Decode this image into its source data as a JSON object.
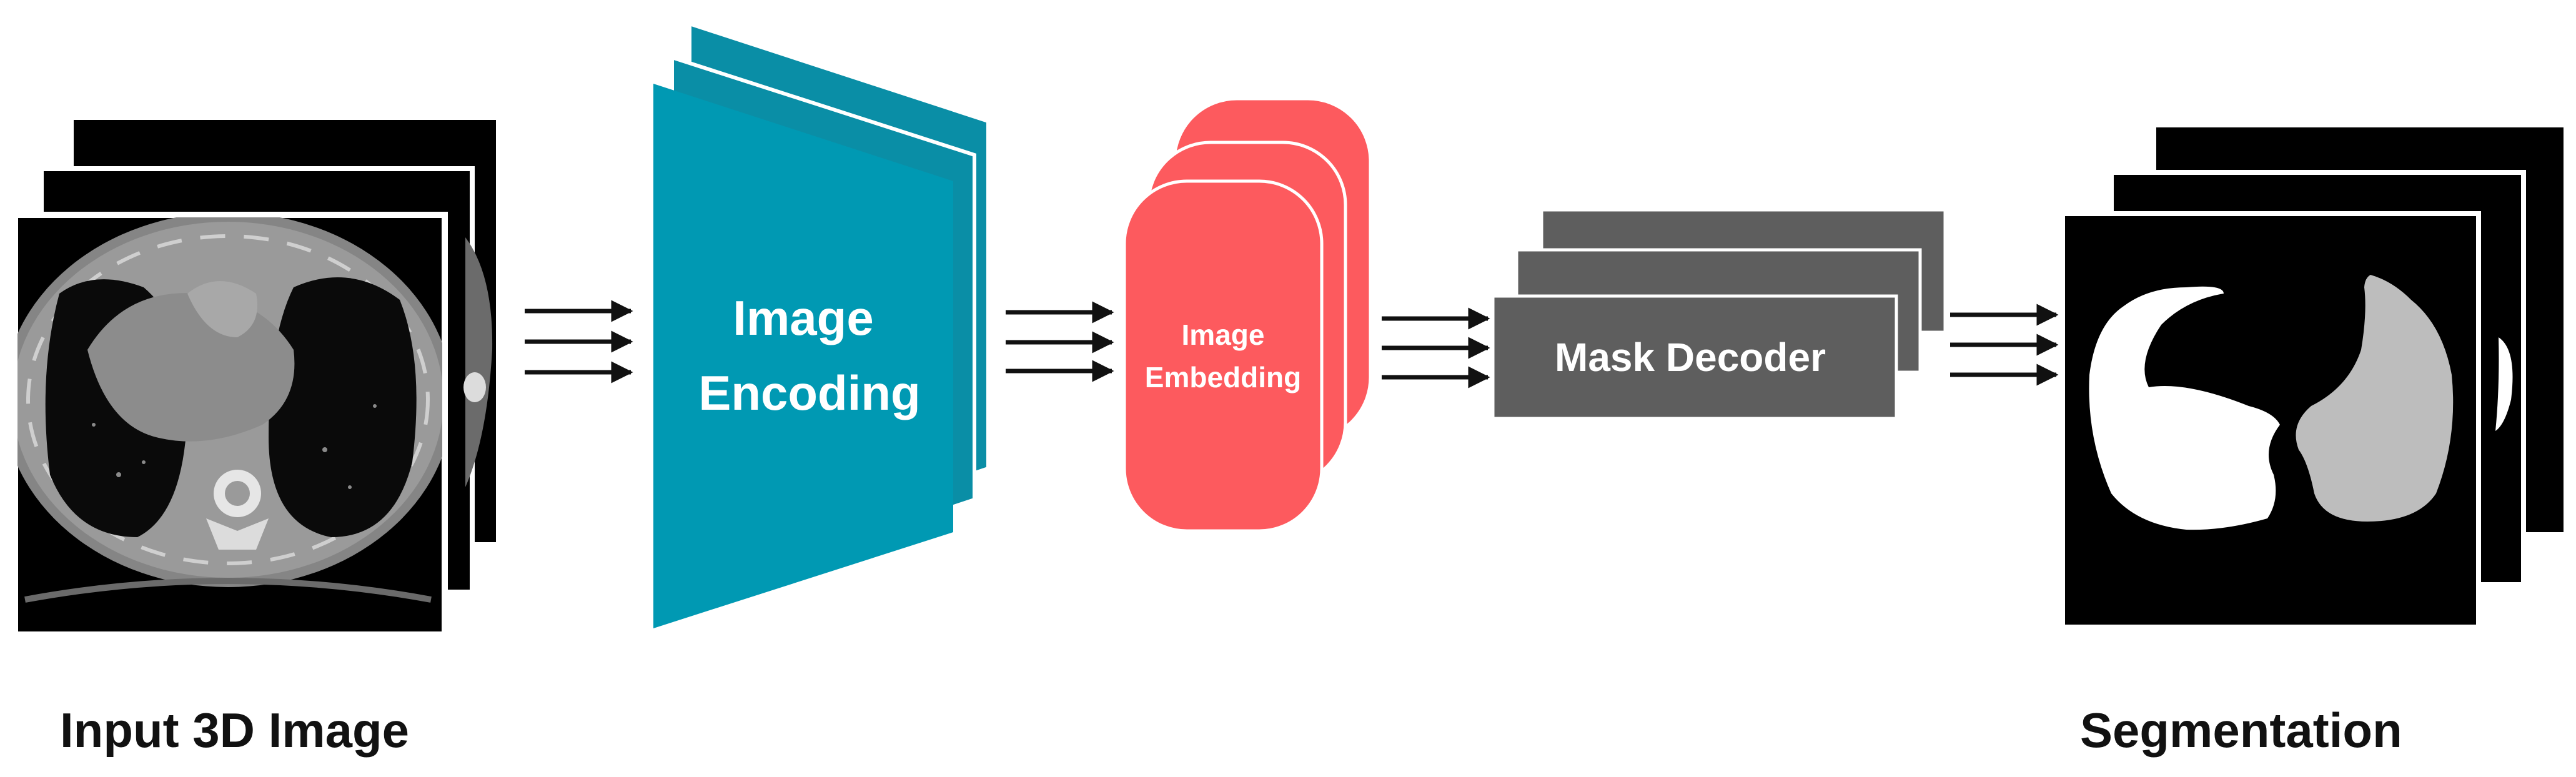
{
  "labels": {
    "input": "Input 3D Image",
    "encoder": [
      "Image",
      "Encoding"
    ],
    "embedding": [
      "Image",
      "Embedding"
    ],
    "decoder": "Mask Decoder",
    "output": "Segmentation"
  },
  "colors": {
    "encoder_front": "#0099b3",
    "encoder_back": "#0a8ea6",
    "embedding": "#fd5a5e",
    "decoder": "#5e5e5e",
    "arrow": "#111111",
    "slice_bg": "#000000",
    "lung": "#0a0a0a",
    "tissue": "#9a9a9a",
    "mask_white": "#ffffff",
    "mask_gray": "#bdbdbd"
  }
}
